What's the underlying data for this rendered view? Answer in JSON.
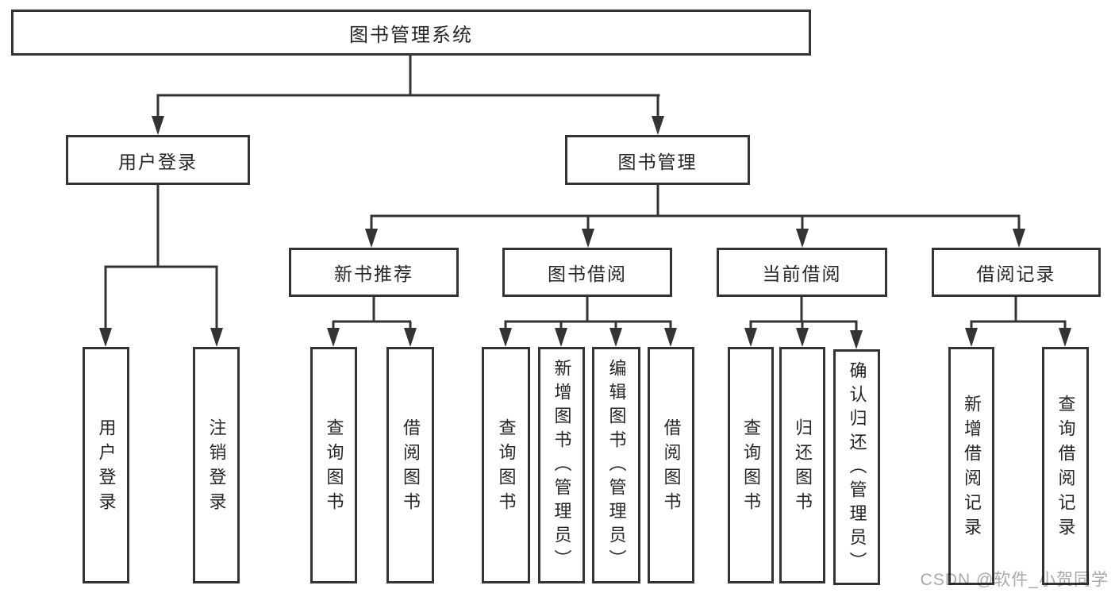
{
  "diagram": {
    "root": "图书管理系统",
    "branches": [
      {
        "label": "用户登录",
        "children": [
          {
            "label": "用户登录"
          },
          {
            "label": "注销登录"
          }
        ]
      },
      {
        "label": "图书管理",
        "children": [
          {
            "label": "新书推荐",
            "children": [
              {
                "label": "查询图书"
              },
              {
                "label": "借阅图书"
              }
            ]
          },
          {
            "label": "图书借阅",
            "children": [
              {
                "label": "查询图书"
              },
              {
                "label": "新增图书（管理员）"
              },
              {
                "label": "编辑图书（管理员）"
              },
              {
                "label": "借阅图书"
              }
            ]
          },
          {
            "label": "当前借阅",
            "children": [
              {
                "label": "查询图书"
              },
              {
                "label": "归还图书"
              },
              {
                "label": "确认归还（管理员）"
              }
            ]
          },
          {
            "label": "借阅记录",
            "children": [
              {
                "label": "新增借阅记录"
              },
              {
                "label": "查询借阅记录"
              }
            ]
          }
        ]
      }
    ]
  },
  "watermark": {
    "text": "CSDN @软件_小贺同学"
  },
  "colors": {
    "line": "#333333",
    "text": "#262626",
    "box_background": "#ffffff",
    "watermark": "#a9a9a9"
  }
}
